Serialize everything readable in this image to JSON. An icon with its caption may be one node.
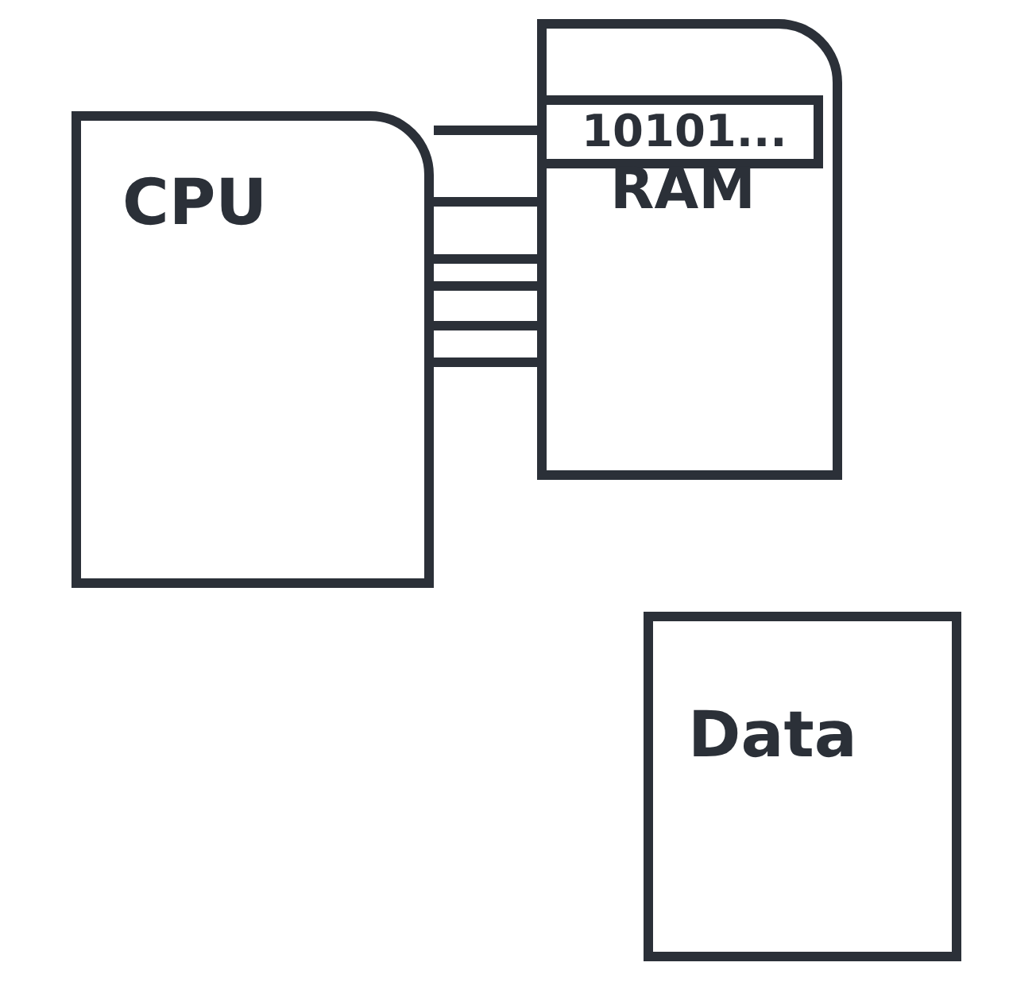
{
  "diagram": {
    "nodes": [
      {
        "text": [
          "CPU"
        ]
      },
      {
        "text": [
          "RAM"
        ]
      },
      {
        "text": [
          "10101..."
        ],
        "in": 1
      },
      {
        "text": [
          "Data"
        ]
      }
    ],
    "edges": [
      {
        "from": 0,
        "to": 1,
        "arrow": "none"
      },
      {
        "from": 0,
        "to": 1,
        "arrow": "none"
      },
      {
        "from": 0,
        "to": 1,
        "arrow": "none"
      },
      {
        "from": 0,
        "to": 1,
        "arrow": "none"
      },
      {
        "from": 0,
        "to": 1,
        "arrow": "none"
      },
      {
        "from": 0,
        "to": 1,
        "arrow": "none"
      }
    ]
  }
}
